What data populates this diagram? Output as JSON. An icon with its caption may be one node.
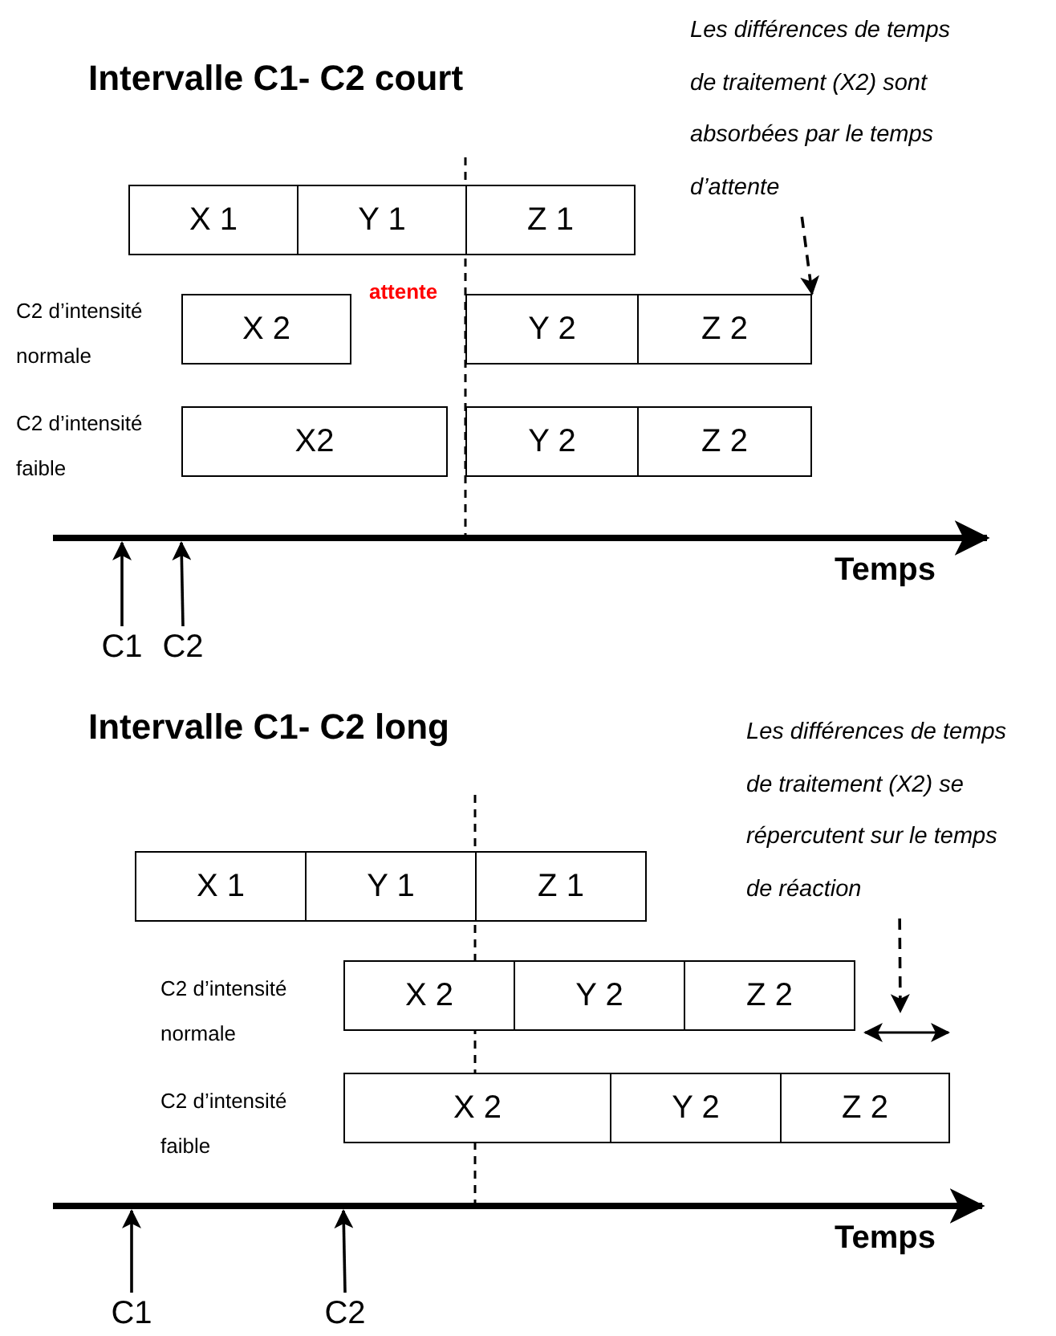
{
  "diagram": {
    "nodes": [
      {
        "text": [
          "Les différences de temps de traitement (X2) sont absorbées par le temps d’attente"
        ]
      },
      {
        "text": [
          "X 1"
        ]
      },
      {
        "text": [
          "Y 1"
        ]
      },
      {
        "text": [
          "Z 1"
        ]
      },
      {
        "text": [
          "X 2"
        ]
      },
      {
        "text": [
          "Y 2"
        ]
      },
      {
        "text": [
          "Z 2"
        ]
      },
      {
        "text": [
          "X2"
        ]
      },
      {
        "text": [
          "Y 2"
        ]
      },
      {
        "text": [
          "Z 2"
        ]
      },
      {
        "text": [
          "C1"
        ]
      },
      {
        "text": [
          "C2"
        ]
      },
      {
        "text": [
          "Les différences de temps de traitement (X2) se répercutent sur le temps de réaction"
        ]
      },
      {
        "text": [
          "X 1"
        ]
      },
      {
        "text": [
          "Y 1"
        ]
      },
      {
        "text": [
          "Z 1"
        ]
      },
      {
        "text": [
          "X 2"
        ]
      },
      {
        "text": [
          "Y 2"
        ]
      },
      {
        "text": [
          "Z 2"
        ]
      },
      {
        "text": [
          "X 2"
        ]
      },
      {
        "text": [
          "Y 2"
        ]
      },
      {
        "text": [
          "Z 2"
        ]
      },
      {
        "text": [
          "C1"
        ]
      },
      {
        "text": [
          "C2"
        ]
      }
    ],
    "edges": [
      {
        "from": 0,
        "to": 6,
        "arrow": "to",
        "style": "dashed"
      },
      {
        "from": 10,
        "to": null,
        "arrow": "to"
      },
      {
        "from": 11,
        "to": null,
        "arrow": "to"
      },
      {
        "from": 12,
        "to": null,
        "arrow": "to",
        "style": "dashed"
      },
      {
        "from": 22,
        "to": null,
        "arrow": "to"
      },
      {
        "from": 23,
        "to": null,
        "arrow": "to"
      }
    ],
    "labels": [
      "Intervalle C1- C2 court",
      "C2 d’intensité normale",
      "attente",
      "C2 d’intensité faible",
      "Temps",
      "Intervalle C1- C2 long",
      "C2 d’intensité normale",
      "C2 d’intensité faible",
      "Temps"
    ]
  }
}
